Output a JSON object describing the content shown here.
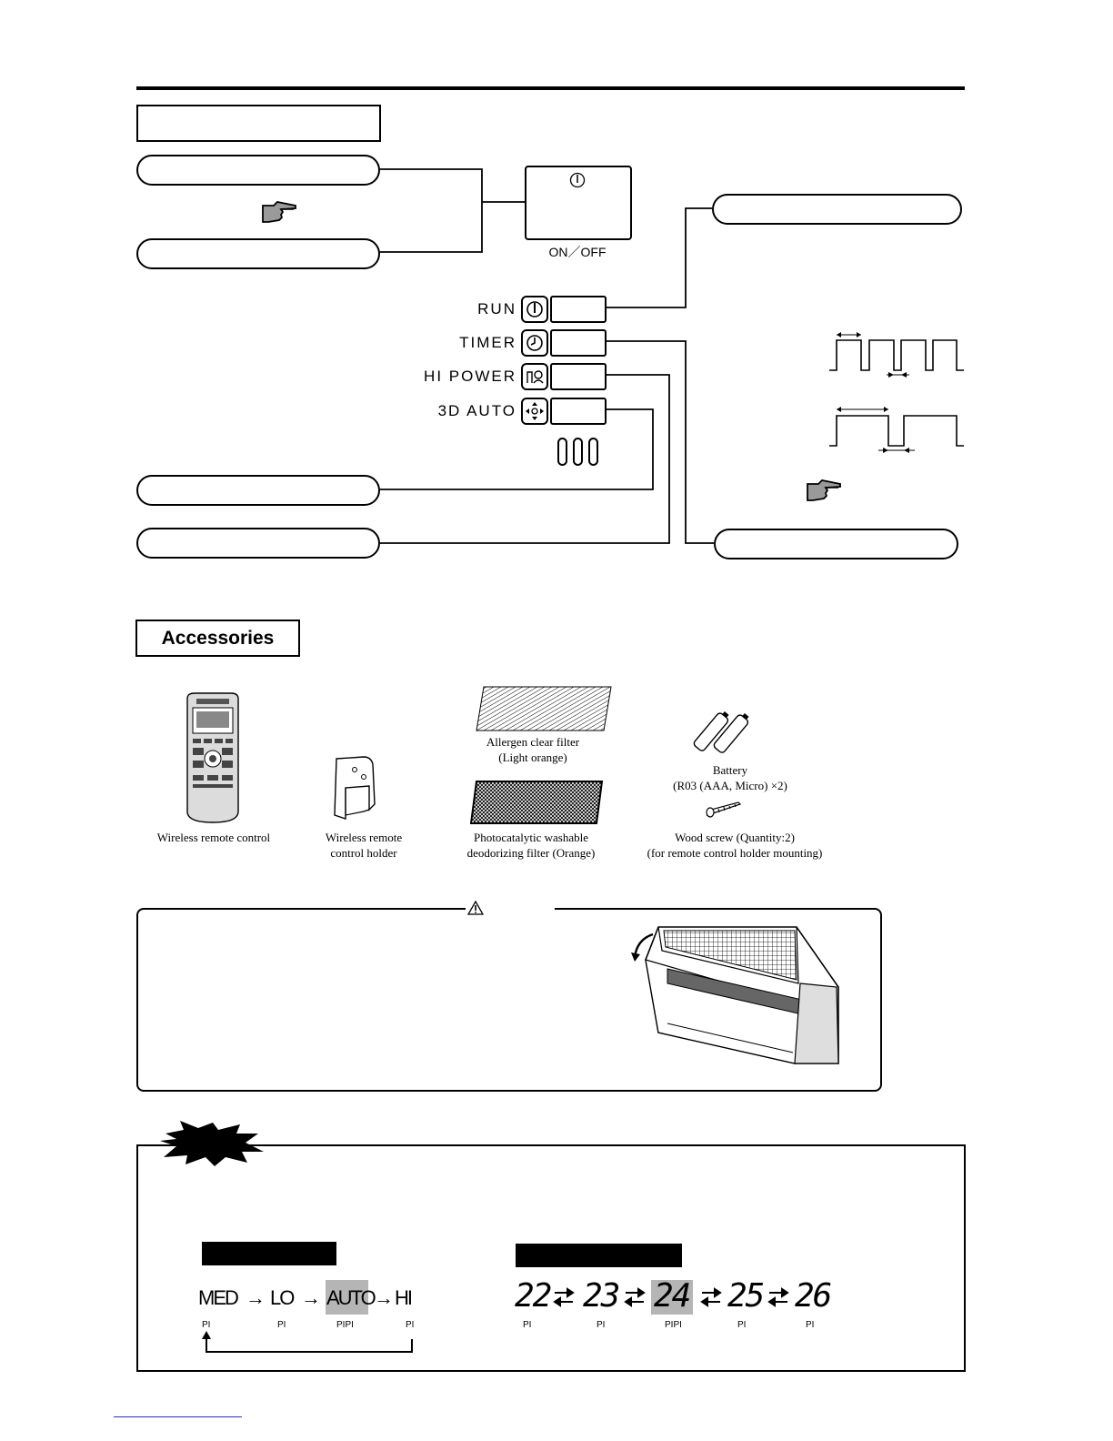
{
  "controls": {
    "onoff_label": "ON／OFF",
    "indicators": [
      {
        "label": "RUN",
        "icon": "power-icon"
      },
      {
        "label": "TIMER",
        "icon": "clock-icon"
      },
      {
        "label": "HI POWER",
        "icon": "hi-power-icon"
      },
      {
        "label": "3D AUTO",
        "icon": "directions-icon"
      }
    ]
  },
  "accessories": {
    "title": "Accessories",
    "items": {
      "remote": "Wireless remote control",
      "holder": "Wireless remote\ncontrol holder",
      "allergen": "Allergen clear filter\n(Light orange)",
      "photocatalytic": "Photocatalytic washable\ndeodorizing filter (Orange)",
      "battery": "Battery\n(R03 (AAA, Micro) ×2)",
      "screw": "Wood screw (Quantity:2)\n(for remote control holder mounting)"
    }
  },
  "fan_sequence": {
    "steps": [
      "MED",
      "LO",
      "AUTO",
      "HI"
    ],
    "beeps": [
      "PI",
      "PI",
      "PIPI",
      "PI"
    ],
    "highlight_color": "#b5b5b5"
  },
  "temp_sequence": {
    "steps": [
      "22",
      "23",
      "24",
      "25",
      "26"
    ],
    "beeps": [
      "PI",
      "PI",
      "PIPI",
      "PI",
      "PI"
    ],
    "highlight_color": "#b5b5b5"
  }
}
